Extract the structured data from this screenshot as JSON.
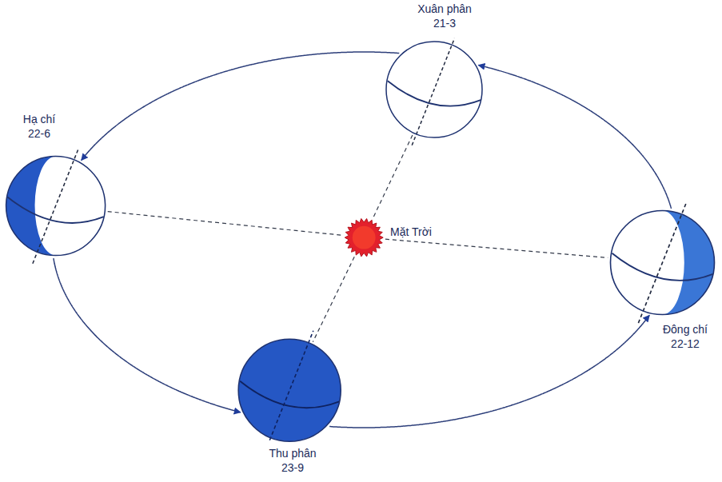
{
  "diagram": {
    "nodes": [
      {
        "text": [
          "Xuân phân 21-3"
        ]
      },
      {
        "text": [
          "Hạ chí 22-6"
        ]
      },
      {
        "text": [
          "Mặt Trời"
        ]
      },
      {
        "text": [
          "Đông chí 22-12"
        ]
      },
      {
        "text": [
          "Thu phân 23-9"
        ]
      }
    ],
    "edges": [
      {
        "from": 0,
        "to": 1,
        "arrow": "to"
      },
      {
        "from": 1,
        "to": 4,
        "arrow": "to"
      },
      {
        "from": 4,
        "to": 3,
        "arrow": "to"
      },
      {
        "from": 3,
        "to": 0,
        "arrow": "to"
      },
      {
        "from": 1,
        "to": 2,
        "arrow": "none"
      },
      {
        "from": 2,
        "to": 3,
        "arrow": "none"
      },
      {
        "from": 0,
        "to": 2,
        "arrow": "none"
      },
      {
        "from": 2,
        "to": 4,
        "arrow": "none"
      }
    ]
  }
}
